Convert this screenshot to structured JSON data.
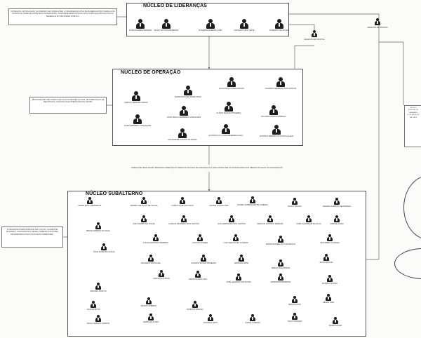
{
  "lideranca": {
    "title": "NÚCLEO DE LIDERANÇAS",
    "members": [
      "JOSÉ RICARDO PEREIRA",
      "SILVIO ANTONIO BARBOSA",
      "ROGÉRIO ALMEIDA LOBO",
      "OSVALDO NETO LEITE",
      "ROBERTO DE SOUZA"
    ],
    "note": "FORMAÇÃO, ARTICULAÇÃO E COMANDO DAS OPERAÇÕES. A ORGANIZAÇÃO ATUA DE MANEIRA ESTRUTURADA COM DIVISÃO DE TAREFAS ENTRE SEUS INTEGRANTES, CONFORME DEMONSTRADO NAS INVESTIGAÇÕES DA POLÍCIA FEDERAL E DO MINISTÉRIO PÚBLICO."
  },
  "operacao": {
    "title": "NÚCLEO DE OPERAÇÃO",
    "members": [
      "MARCIO PEREIRA FARIAS",
      "FRANCISCO DE SOUZA SILVA",
      "ELVIS SILVA CUNHA MATOS",
      "CLAUDIO FERREIRA DOS SANTOS",
      "FLÁVIO ARAÚJO PINHEIRO",
      "RICARDO MARCOS BRAGA",
      "JOSÉ FERREIRA GONÇALVES",
      "JOÃO PAULO FERREIRA GONÇALVES",
      "ANTÔNIO DA CUNHA BEZERRA FILHO",
      "ANTÔNIO RIBEIRO DA COSTA E SILVA",
      "ALEXANDRE SANTOS OLIVEIRA"
    ],
    "note": "RESPONSÁVEIS PELA EXECUÇÃO DAS ATIVIDADES ILÍCITAS, MOVIMENTAÇÃO DE RECURSOS E LOGÍSTICA DAS OPERAÇÕES DO GRUPO."
  },
  "subalterno": {
    "title": "NÚCLEO SUBALTERNO",
    "members": [
      "MARIA PAULA MEDEIROS",
      "ANDRÉ CARVALHO DE SOUZA",
      "CAMILA ALVES DA SILVA",
      "RAFAEL SOUZA LIMA",
      "DANIEL RODRIGUES DE ALMEIDA",
      "PAULO ROCHA",
      "HELENA CAMPOS DE MORAES",
      "BRUNA RIBEIRO DA SILVA",
      "JOÃO PEDRO DE SOUZA",
      "CARLOS EDUARDO DOS SANTOS",
      "LUIS FERNANDO DOS SANTOS",
      "MARCOS ANTONIO PEREIRA",
      "FÁBIO HENRIQUE DA SILVA",
      "SIMONE ALVES",
      "TÂNIA MARIA DE SOUZA",
      "LUCAS MARTINS FERREIRA",
      "LUCIANA GOMES",
      "LUIZ CARLOS DE OLIVEIRA",
      "EDSON RAFAEL DA CONCEIÇÃO",
      "LEONARDO ALMEIDA",
      "EDUARDO DE SOUZA",
      "CLÁUDIO ROCHA PINHEIRO",
      "ADRIANO LEITE",
      "SÉRGIO DE MORAIS",
      "SILVIO ROCHA",
      "MANOEL SANTOS",
      "FRANCISCO SILVA",
      "PEDRO ALVES LIMA",
      "JOSÉ GERALDO DE SOUZA",
      "ANDERSON BARBOSA",
      "PATRÍCIA COSTA",
      "JULIANA MOTA",
      "MÁRCIO RIBEIRO",
      "ROBSON ARAÚJO",
      "RENATA DIAS",
      "CÉSAR LIMA",
      "PAULO SÉRGIO CAMPOS",
      "GERALDO ALVES",
      "JORGE ALMEIDA",
      "TIAGO MORAES",
      "MARIA SOUZA",
      "ANTÔNIO NETO"
    ],
    "note": "INTEGRANTES RESPONSÁVEIS PELO APOIO, GUARDA DE MATERIAIS, TRANSPORTE E DEMAIS TAREFAS AUXILIARES DETERMINADAS PELOS NÚCLEOS SUPERIORES."
  },
  "connector_text": "OPERAÇÕES REALIZADAS MEDIANTE ORIENTAÇÃO DIRETA DO NÚCLEO DE LIDERANÇAS E EXECUTADAS PELOS INTEGRANTES DOS DEMAIS NÚCLEOS DA ORGANIZAÇÃO",
  "side": {
    "top_mid": "GERENTE DE PROPINA",
    "top_right": "GERENTE DE PROPINA",
    "right_note": "NÚCLEO ESPECIAL DE LAVAGEM E OCULTAÇÃO DE VALORES"
  }
}
